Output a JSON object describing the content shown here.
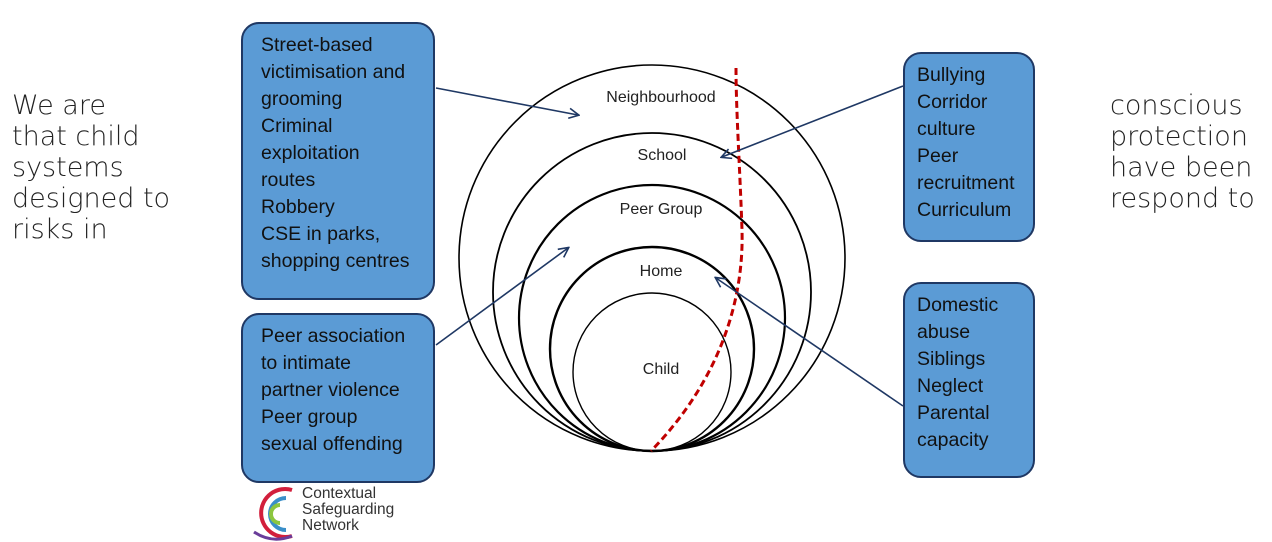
{
  "left_text": [
    "We are",
    "that child",
    "systems",
    "designed to",
    "risks in"
  ],
  "right_text": [
    "conscious",
    "protection",
    "have been",
    "respond to"
  ],
  "rings": {
    "neighbourhood": "Neighbourhood",
    "school": "School",
    "peer_group": "Peer Group",
    "home": "Home",
    "child": "Child"
  },
  "boxes": {
    "street": [
      "Street-based",
      "victimisation and",
      "grooming",
      "Criminal",
      "exploitation",
      "routes",
      "Robbery",
      "CSE in parks,",
      "shopping centres"
    ],
    "peer": [
      "Peer association",
      "to intimate",
      "partner violence",
      "Peer group",
      "sexual offending"
    ],
    "school": [
      "Bullying",
      "Corridor",
      "culture",
      "Peer",
      "recruitment",
      "Curriculum"
    ],
    "home": [
      "Domestic",
      "abuse",
      "Siblings",
      "Neglect",
      "Parental",
      "capacity"
    ]
  },
  "logo": [
    "Contextual",
    "Safeguarding",
    "Network"
  ],
  "colors": {
    "box_fill": "#5b9bd5",
    "box_border": "#1f3864",
    "arrow": "#1f3864",
    "dashed_line": "#c00000"
  }
}
